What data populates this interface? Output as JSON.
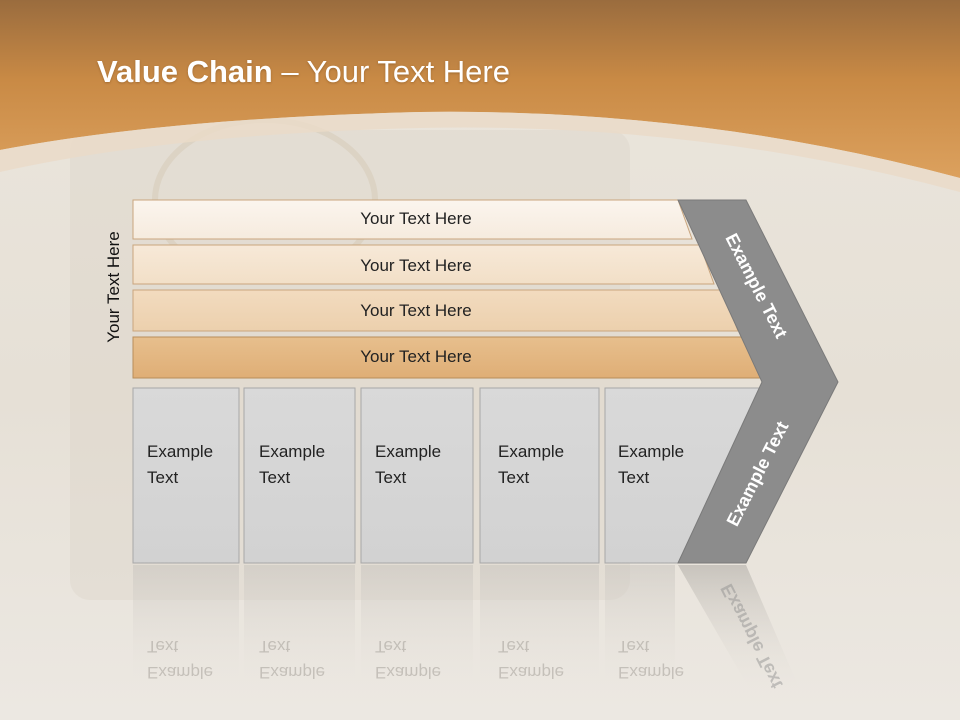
{
  "title": {
    "bold": "Value Chain",
    "rest": " – Your Text Here"
  },
  "side_label": "Your Text Here",
  "bars": [
    {
      "label": "Your Text Here"
    },
    {
      "label": "Your Text Here"
    },
    {
      "label": "Your Text Here"
    },
    {
      "label": "Your Text Here"
    }
  ],
  "boxes": [
    {
      "line1": "Example",
      "line2": "Text"
    },
    {
      "line1": "Example",
      "line2": "Text"
    },
    {
      "line1": "Example",
      "line2": "Text"
    },
    {
      "line1": "Example",
      "line2": "Text"
    },
    {
      "line1": "Example",
      "line2": "Text"
    }
  ],
  "arrow_labels": {
    "upper": "Example Text",
    "lower": "Example Text"
  },
  "colors": {
    "header": "#c98a45",
    "bar_1": "#f9efe4",
    "bar_2": "#f4e2cc",
    "bar_3": "#eed2b0",
    "bar_4": "#e2b47e",
    "box": "#d6d6d6",
    "arrow": "#8c8c8c"
  }
}
